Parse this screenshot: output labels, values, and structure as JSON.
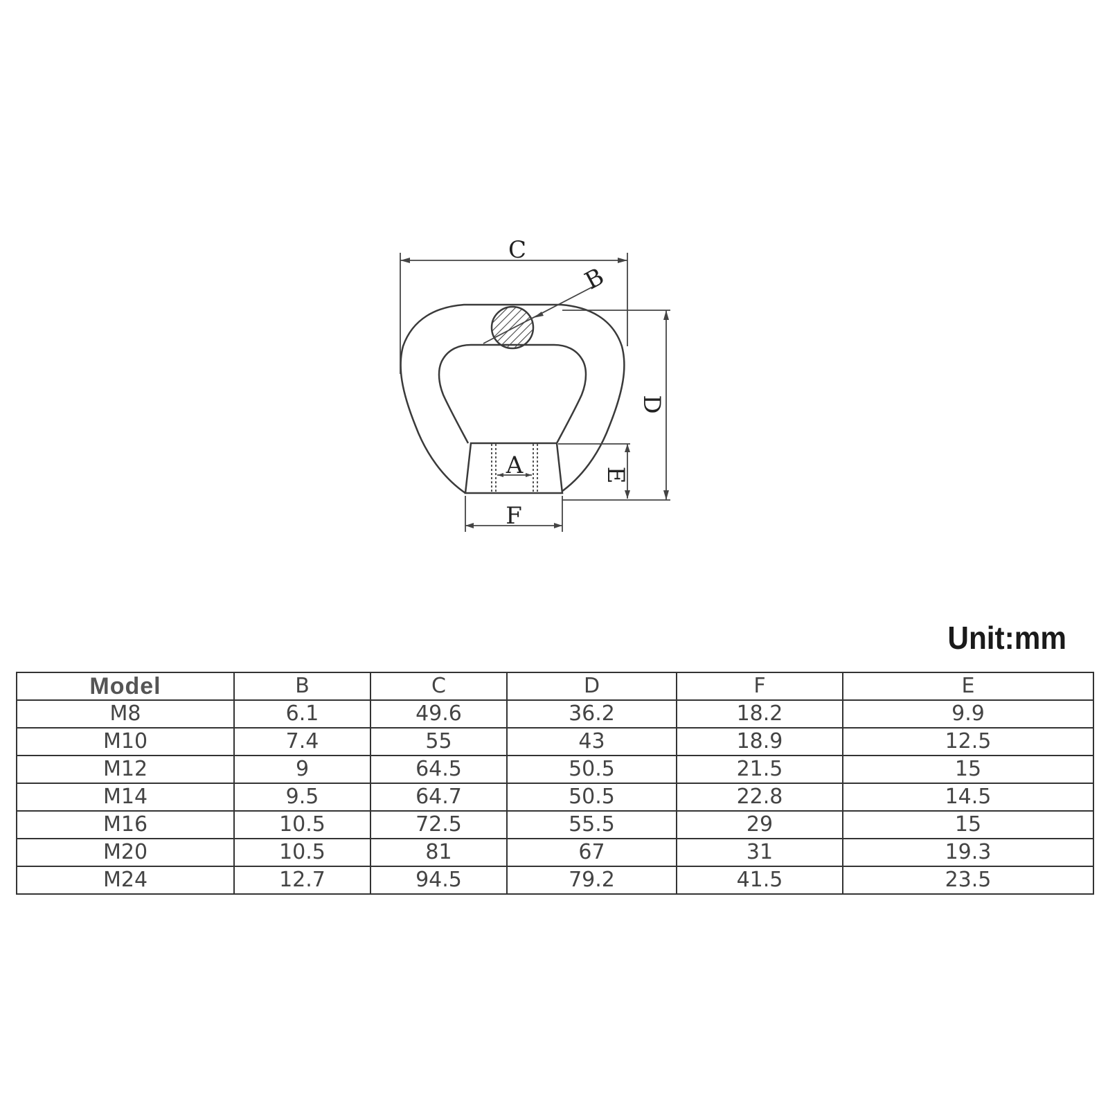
{
  "diagram": {
    "labels": {
      "c": "C",
      "b": "B",
      "d": "D",
      "a": "A",
      "e": "E",
      "f": "F"
    }
  },
  "unit_label": "Unit:mm",
  "table": {
    "columns": [
      "Model",
      "B",
      "C",
      "D",
      "F",
      "E"
    ],
    "rows": [
      [
        "M8",
        "6.1",
        "49.6",
        "36.2",
        "18.2",
        "9.9"
      ],
      [
        "M10",
        "7.4",
        "55",
        "43",
        "18.9",
        "12.5"
      ],
      [
        "M12",
        "9",
        "64.5",
        "50.5",
        "21.5",
        "15"
      ],
      [
        "M14",
        "9.5",
        "64.7",
        "50.5",
        "22.8",
        "14.5"
      ],
      [
        "M16",
        "10.5",
        "72.5",
        "55.5",
        "29",
        "15"
      ],
      [
        "M20",
        "10.5",
        "81",
        "67",
        "31",
        "19.3"
      ],
      [
        "M24",
        "12.7",
        "94.5",
        "79.2",
        "41.5",
        "23.5"
      ]
    ]
  }
}
